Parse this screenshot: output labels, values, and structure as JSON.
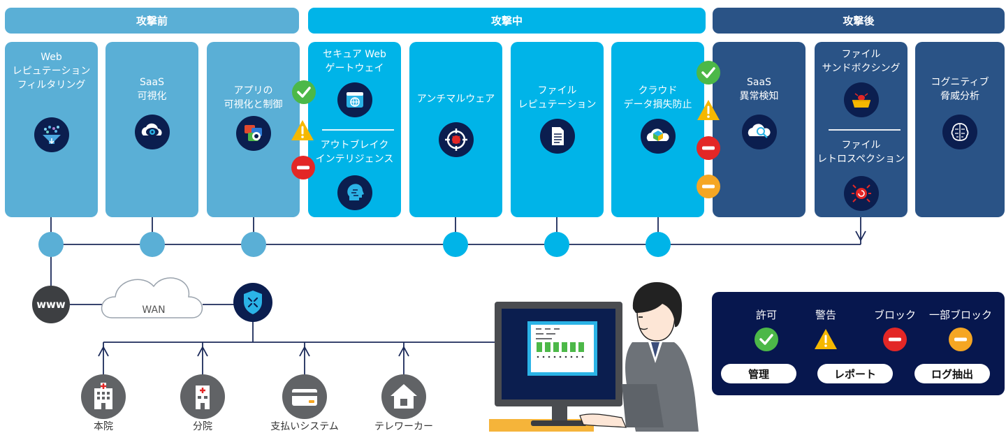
{
  "phases": {
    "pre": "攻撃前",
    "mid": "攻撃中",
    "post": "攻撃後"
  },
  "cards": {
    "web_reputation": "Web\nレピュテーション\nフィルタリング",
    "saas_visibility": "SaaS\n可視化",
    "app_visibility": "アプリの\n可視化と制御",
    "secure_web_gateway": "セキュア Web\nゲートウェイ",
    "outbreak_intelligence": "アウトブレイク\nインテリジェンス",
    "anti_malware": "アンチマルウェア",
    "file_reputation": "ファイル\nレピュテーション",
    "cloud_dlp": "クラウド\nデータ損失防止",
    "saas_anomaly": "SaaS\n異常検知",
    "file_sandboxing": "ファイル\nサンドボクシング",
    "file_retrospection": "ファイル\nレトロスペクション",
    "cognitive_threat": "コグニティブ\n脅威分析"
  },
  "network": {
    "www": "www",
    "wan": "WAN"
  },
  "sites": [
    "本院",
    "分院",
    "支払いシステム",
    "テレワーカー"
  ],
  "legend": {
    "allow": "許可",
    "warn": "警告",
    "block": "ブロック",
    "partial_block": "一部ブロック",
    "manage": "管理",
    "report": "レポート",
    "log_export": "ログ抽出"
  },
  "colors": {
    "pre": "#5aafd6",
    "mid": "#00b4e8",
    "post": "#2a5386",
    "legend_bg": "#07174e",
    "allow": "#4cb848",
    "warn": "#f5b800",
    "block": "#e32726",
    "partial_block": "#f5a623"
  }
}
